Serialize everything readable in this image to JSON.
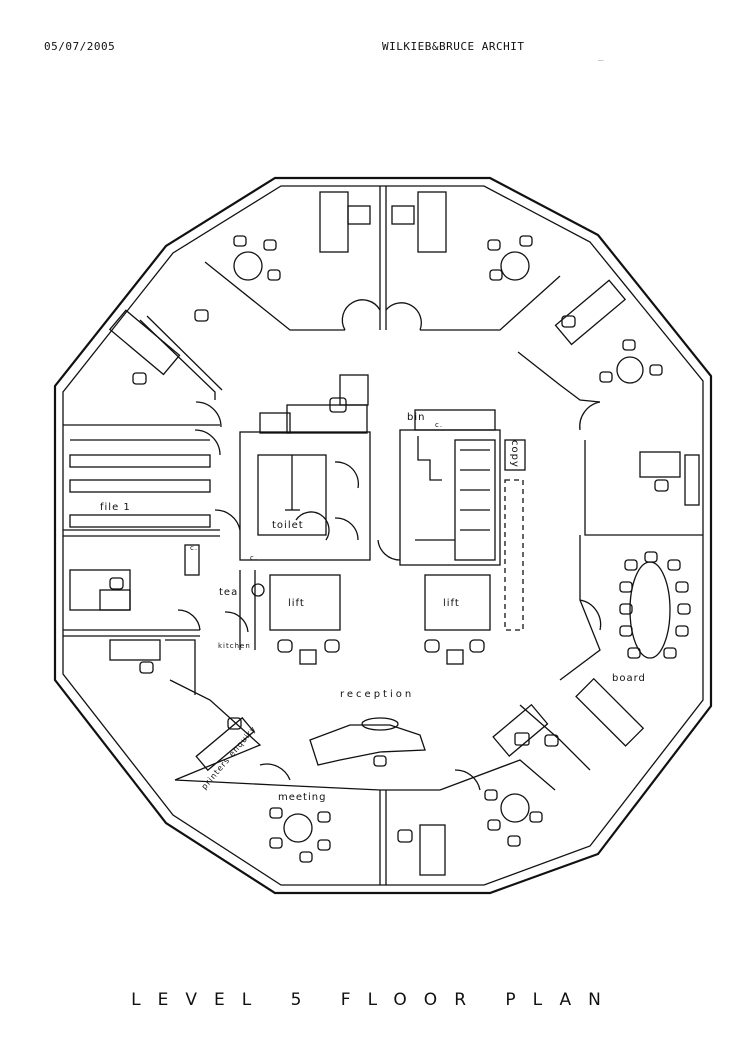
{
  "header": {
    "date": "05/07/2005",
    "firm": "WILKIEB&BRUCE ARCHIT",
    "dash": "_"
  },
  "rooms": {
    "file1": "file 1",
    "toilet": "toilet",
    "tea": "tea",
    "kitchen": "kitchen",
    "lift_left": "lift",
    "lift_right": "lift",
    "bin": "bin",
    "copy": "copy",
    "reception": "reception",
    "board": "board",
    "meeting": "meeting",
    "printers": "printers enquiry",
    "c1": "c.",
    "c2": "c.",
    "c3": "c."
  },
  "title": "LEVEL 5 FLOOR PLAN"
}
